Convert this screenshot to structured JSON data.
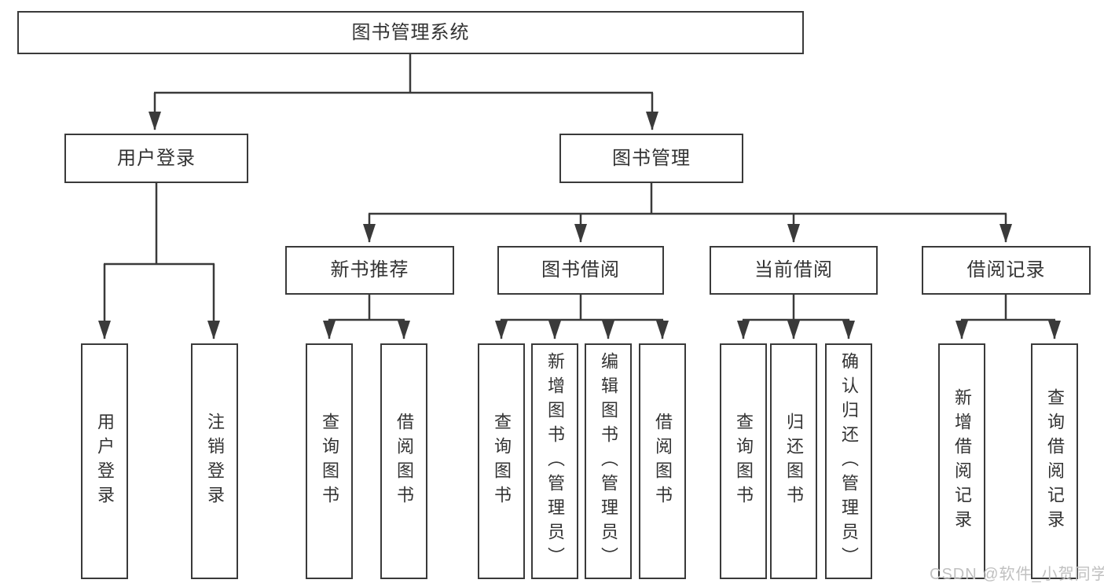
{
  "diagram": {
    "root": {
      "label": "图书管理系统"
    },
    "branches": [
      {
        "label": "用户登录",
        "leaves": [
          "用户登录",
          "注销登录"
        ]
      },
      {
        "label": "图书管理",
        "groups": [
          {
            "label": "新书推荐",
            "leaves": [
              "查询图书",
              "借阅图书"
            ]
          },
          {
            "label": "图书借阅",
            "leaves": [
              "查询图书",
              "新增图书（管理员）",
              "编辑图书（管理员）",
              "借阅图书"
            ]
          },
          {
            "label": "当前借阅",
            "leaves": [
              "查询图书",
              "归还图书",
              "确认归还（管理员）"
            ]
          },
          {
            "label": "借阅记录",
            "leaves": [
              "新增借阅记录",
              "查询借阅记录"
            ]
          }
        ]
      }
    ]
  },
  "watermark": {
    "text": "CSDN @软件_小贺同学"
  },
  "colors": {
    "line": "#3a3a3a",
    "box_border": "#3a3a3a",
    "text": "#333333",
    "box_background": "#ffffff",
    "page_background": "#ffffff",
    "watermark": "#c0c0c0"
  }
}
